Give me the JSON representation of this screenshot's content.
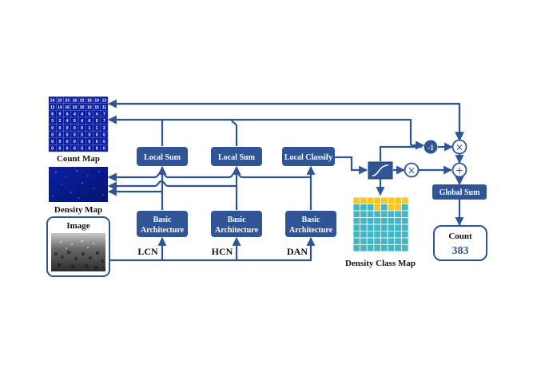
{
  "count_map": {
    "label": "Count Map",
    "rows": [
      [
        "24",
        "22",
        "23",
        "16",
        "22",
        "18",
        "19",
        "13"
      ],
      [
        "13",
        "14",
        "16",
        "10",
        "20",
        "10",
        "15",
        "11"
      ],
      [
        "6",
        "9",
        "6",
        "4",
        "4",
        "5",
        "4",
        "7"
      ],
      [
        "3",
        "2",
        "4",
        "5",
        "4",
        "6",
        "5",
        "7"
      ],
      [
        "0",
        "0",
        "0",
        "0",
        "0",
        "1",
        "1",
        "2"
      ],
      [
        "0",
        "0",
        "0",
        "0",
        "0",
        "0",
        "0",
        "0"
      ],
      [
        "0",
        "0",
        "0",
        "0",
        "0",
        "0",
        "0",
        "0"
      ],
      [
        "0",
        "0",
        "0",
        "0",
        "0",
        "0",
        "0",
        "0"
      ]
    ]
  },
  "density_map": {
    "label": "Density Map"
  },
  "image": {
    "label": "Image"
  },
  "boxes": {
    "local_sum_1": "Local Sum",
    "local_sum_2": "Local Sum",
    "local_classify": "Local Classify",
    "basic_arch_1": [
      "Basic",
      "Architecture"
    ],
    "basic_arch_2": [
      "Basic",
      "Architecture"
    ],
    "basic_arch_3": [
      "Basic",
      "Architecture"
    ],
    "global_sum": "Global Sum"
  },
  "branches": {
    "lcn": "LCN",
    "hcn": "HCN",
    "dan": "DAN"
  },
  "ops": {
    "neg_one": "-1",
    "times": "×",
    "plus": "+"
  },
  "density_class_map": {
    "label": "Density Class Map",
    "high_rows": [
      [
        1,
        1,
        1,
        1,
        1,
        1,
        1,
        1
      ],
      [
        0,
        0,
        0,
        1,
        0,
        1,
        1,
        0
      ],
      [
        0,
        0,
        0,
        0,
        0,
        0,
        0,
        0
      ],
      [
        0,
        0,
        0,
        0,
        0,
        0,
        0,
        0
      ],
      [
        0,
        0,
        0,
        0,
        0,
        0,
        0,
        0
      ],
      [
        0,
        0,
        0,
        0,
        0,
        0,
        0,
        0
      ],
      [
        0,
        0,
        0,
        0,
        0,
        0,
        0,
        0
      ],
      [
        0,
        0,
        0,
        0,
        0,
        0,
        0,
        0
      ]
    ]
  },
  "count": {
    "label": "Count",
    "value": "383"
  },
  "colors": {
    "box": "#2f5597",
    "line": "#2f5597",
    "grid_blue": "#0d1f9e",
    "class_high": "#f7c42a",
    "class_low": "#41b6c4"
  }
}
